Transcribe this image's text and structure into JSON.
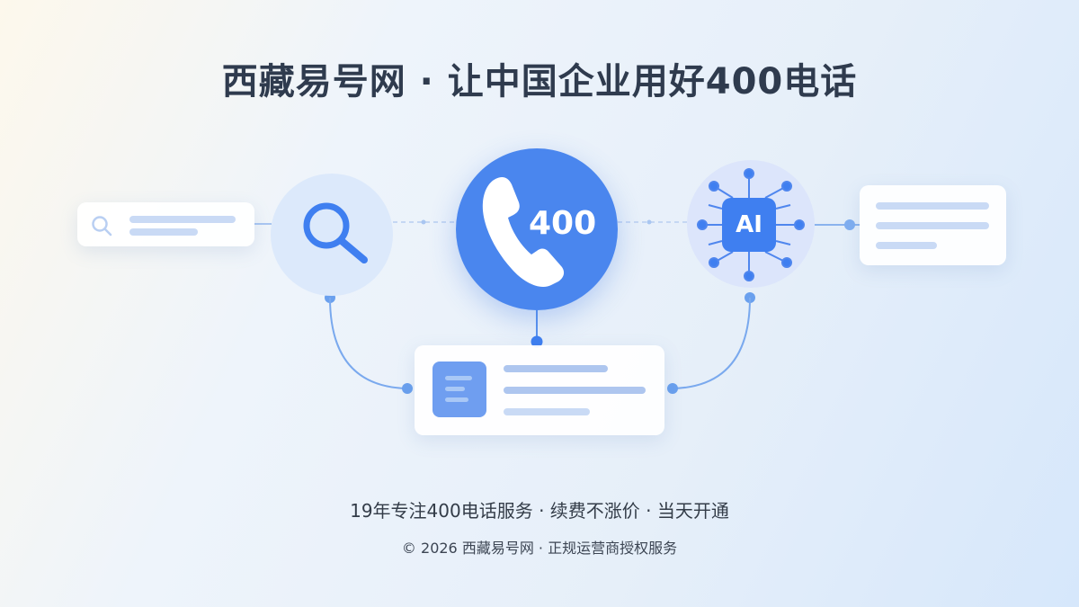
{
  "header": {
    "title": "西藏易号网 · 让中国企业用好400电话"
  },
  "hero": {
    "phone_number_label": "400",
    "ai_label": "AI",
    "icons": [
      "search-icon",
      "phone-icon",
      "ai-chip-icon",
      "document-icon"
    ]
  },
  "footer": {
    "tagline": "19年专注400电话服务 · 续费不涨价 · 当天开通",
    "copyright": "© 2026 西藏易号网 · 正规运营商授权服务"
  },
  "colors": {
    "accent": "#4a86ee",
    "title": "#2f3b4e"
  }
}
